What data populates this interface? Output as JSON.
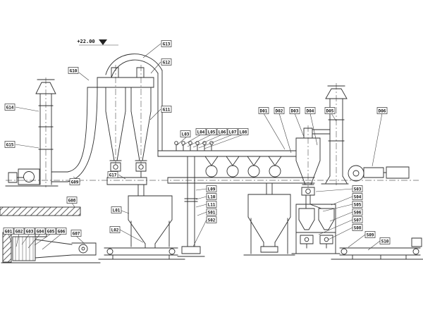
{
  "diagram": {
    "background": "#ffffff",
    "line_color": "#2f2f2f",
    "elevation": "+22.00",
    "labels": {
      "g01": "G01",
      "g02": "G02",
      "g03": "G03",
      "g04": "G04",
      "g05": "G05",
      "g06": "G06",
      "g07": "G07",
      "g08": "G08",
      "g09": "G09",
      "g10": "G10",
      "g11": "G11",
      "g12": "G12",
      "g13": "G13",
      "g14": "G14",
      "g15": "G15",
      "g17": "G17",
      "l01": "L01",
      "l02": "L02",
      "l03": "L03",
      "l04": "L04",
      "l05": "L05",
      "l06": "L06",
      "l07": "L07",
      "l08": "L08",
      "l09": "L09",
      "l10": "L10",
      "l11": "L11",
      "s01": "S01",
      "s02": "S02",
      "s03": "S03",
      "s04": "S04",
      "s05": "S05",
      "s06": "S06",
      "s07": "S07",
      "s08": "S08",
      "s09": "S09",
      "s10": "S10",
      "d01": "D01",
      "d02": "D02",
      "d03": "D03",
      "d04": "D04",
      "d05": "D05",
      "d06": "D06"
    }
  }
}
